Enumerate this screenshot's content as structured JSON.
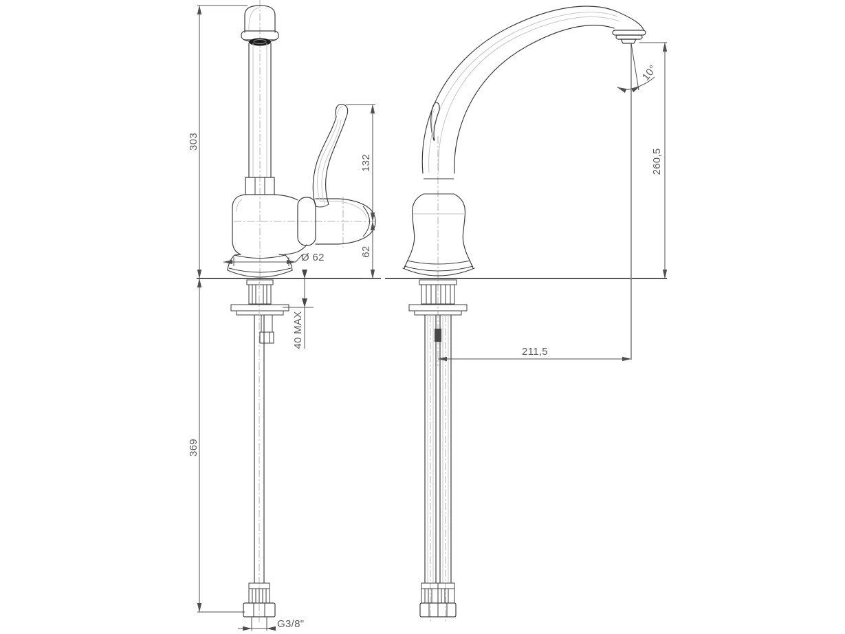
{
  "drawing": {
    "type": "technical-dimension-drawing",
    "subject": "single-lever kitchen faucet, front and side orthographic views",
    "colors": {
      "outline": "#3d3d3d",
      "centerline": "#b0b0b0",
      "dimension": "#4f4f4f",
      "dim_text": "#5b5b5b",
      "background": "#ffffff"
    },
    "dims": {
      "front_height": "303",
      "handle_height": "132",
      "spout_center_height": "62",
      "base_diameter": "Ø 62",
      "counter_max_thickness": "40 MAX",
      "below_counter_length": "369",
      "thread_size": "G3/8\"",
      "spout_reach": "211,5",
      "outlet_height": "260,5",
      "outlet_angle": "10°"
    }
  }
}
